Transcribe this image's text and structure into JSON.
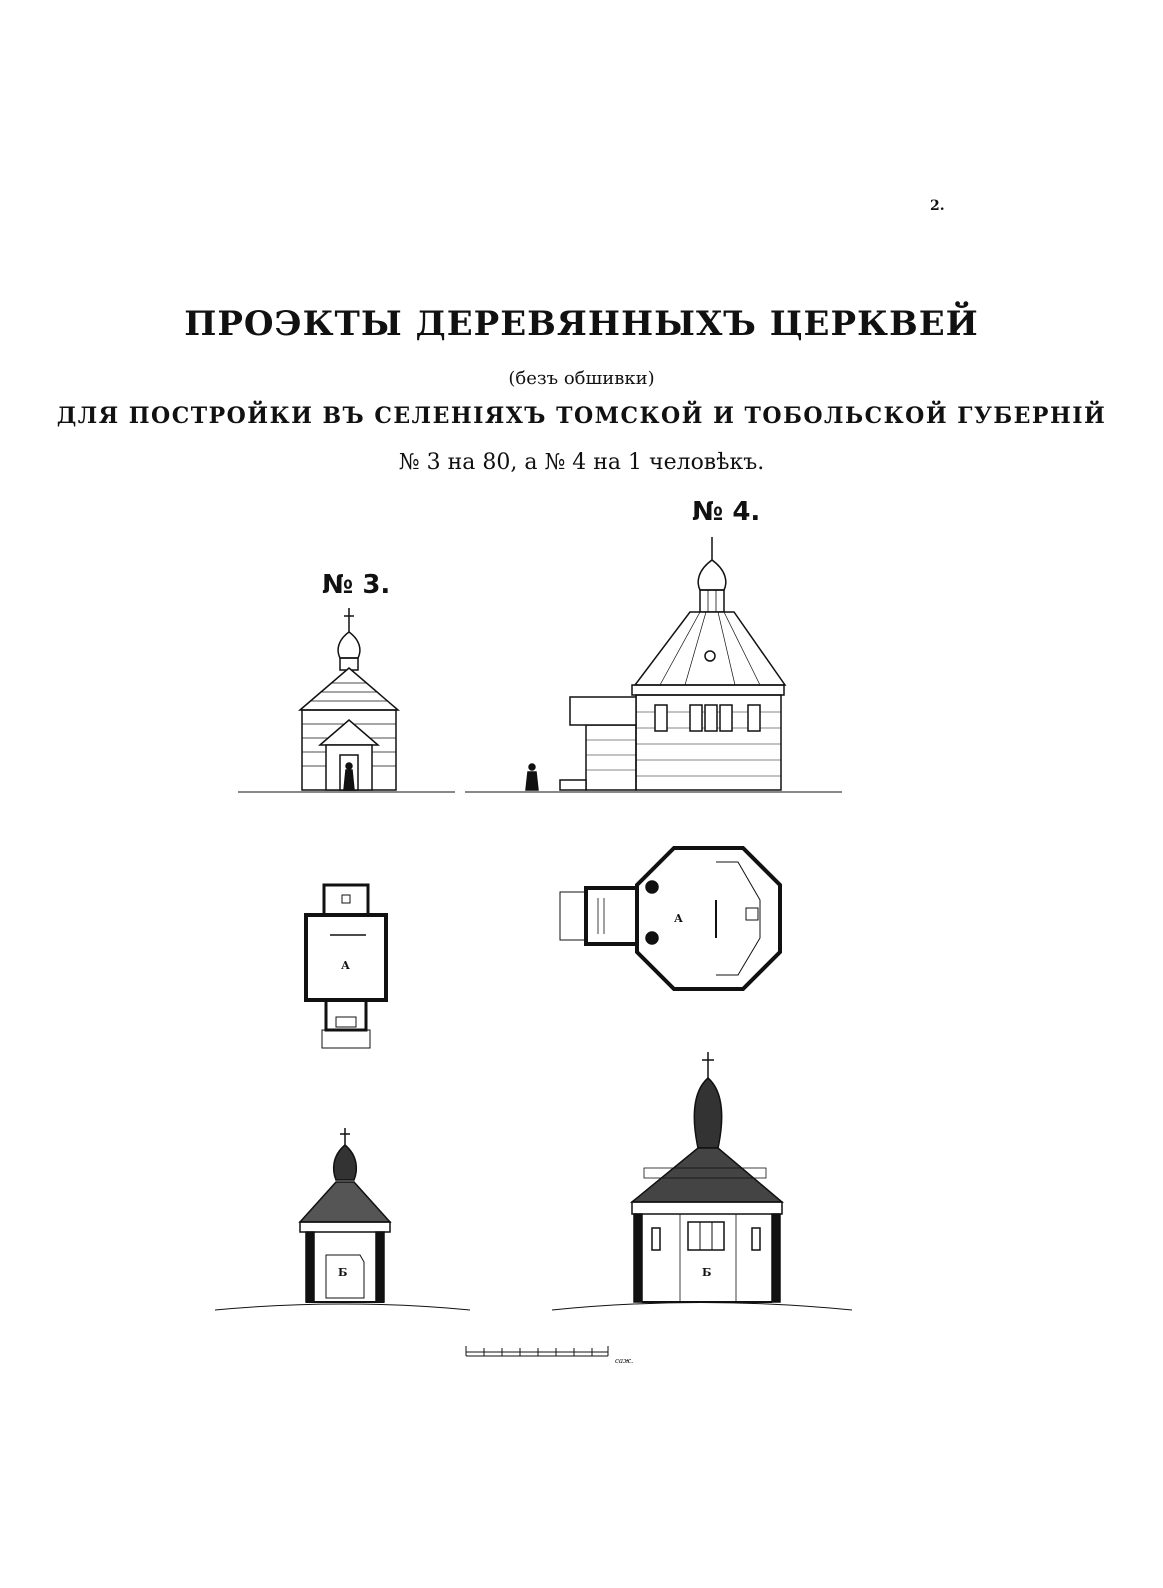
{
  "page": {
    "number": "2."
  },
  "header": {
    "title": "ПРОЭКТЫ ДЕРЕВЯННЫХЪ ЦЕРКВЕЙ",
    "subtitle": "(безъ обшивки)",
    "line3": "ДЛЯ ПОСТРОЙКИ ВЪ СЕЛЕНІЯХЪ ТОМСКОЙ И ТОБОЛЬСКОЙ ГУБЕРНІЙ",
    "line4": "№ 3 на 80, а № 4 на 1  человѣкъ."
  },
  "drawings": {
    "label_3": "№ 3.",
    "label_4": "№ 4.",
    "plan3_letter": "А",
    "plan4_letter": "А",
    "section3_letter": "Б",
    "section4_letter": "Б"
  },
  "scale": {
    "label": "саж."
  }
}
